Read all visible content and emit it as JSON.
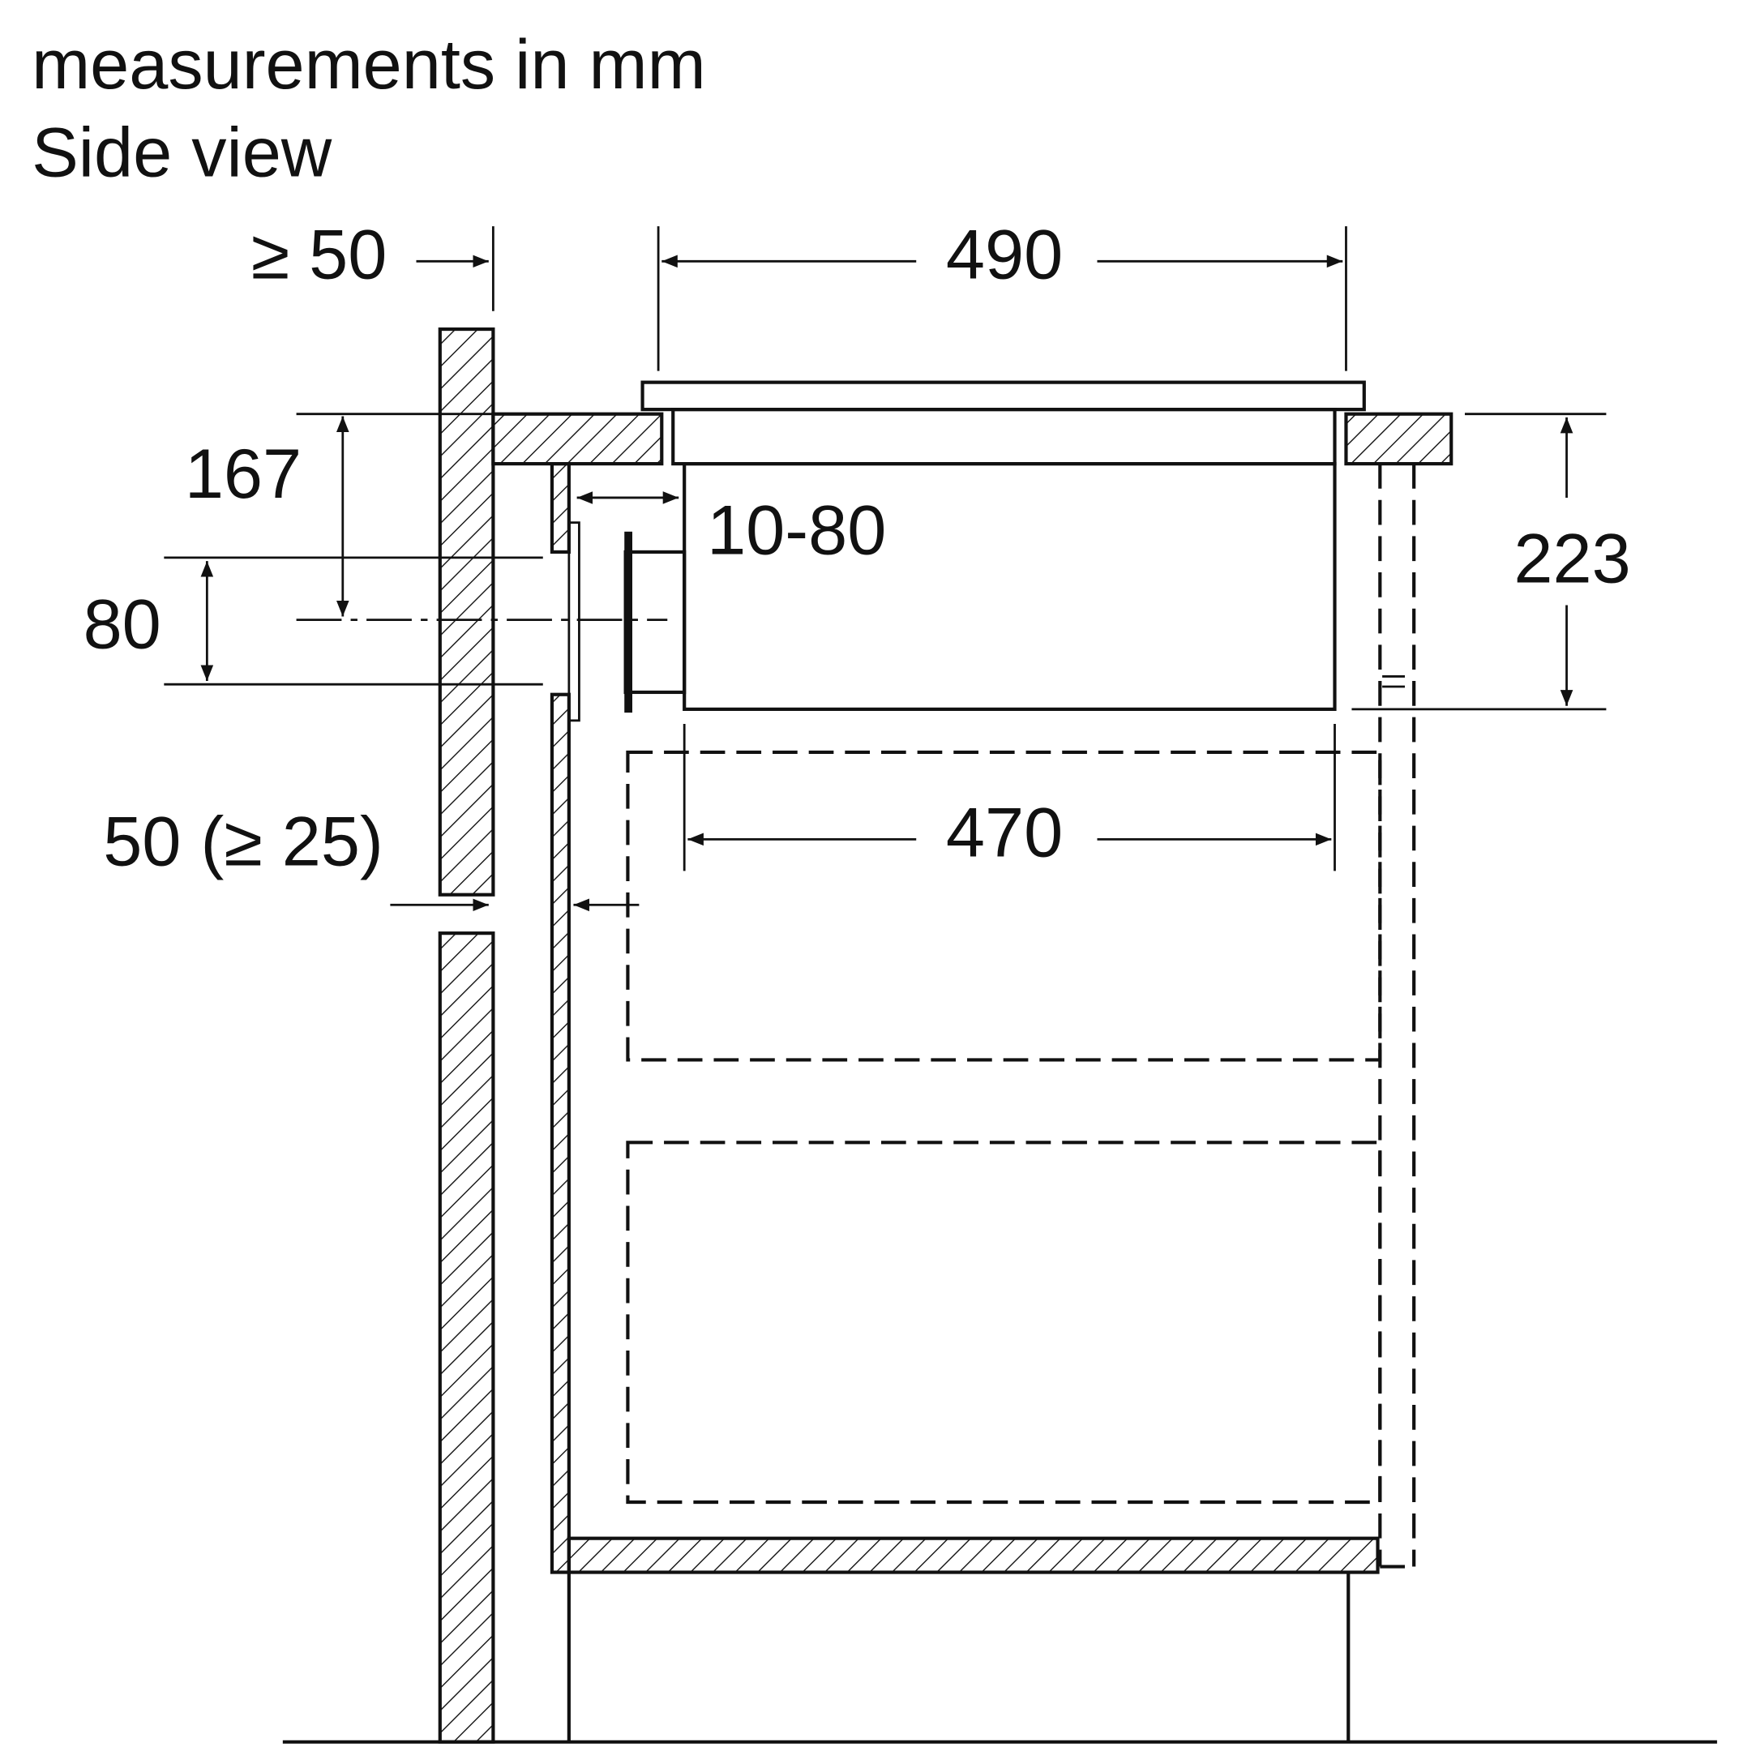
{
  "header": {
    "units": "measurements in mm",
    "view": "Side view"
  },
  "dimensions": {
    "wall_gap": "≥ 50",
    "hob_width": "490",
    "countertop_to_cutout": "167",
    "connector_height": "80",
    "connector_offset": "10-80",
    "installation_depth": "223",
    "cutout_width": "470",
    "rear_gap": "50 (≥ 25)"
  }
}
